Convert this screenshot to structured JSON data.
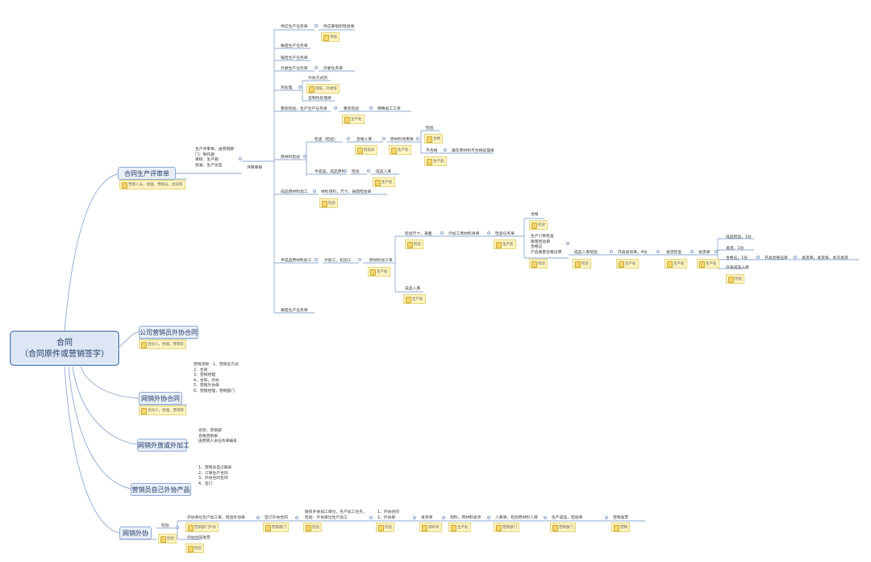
{
  "root": {
    "line1": "合同",
    "line2": "（合同原件或营销签字）"
  },
  "branches": {
    "b1": {
      "label": "合同生产评审单",
      "note": "营销人员，经理，营销员，合同等"
    },
    "b2": {
      "label": "公司营销员外协合同",
      "note": "合同人，经理，营销等"
    },
    "b3": {
      "label": "网销外协合同",
      "note": "合同人，经理，营销等"
    },
    "b4": {
      "label": "网销外放或外加工"
    },
    "b5": {
      "label": "营销员自己外协产品"
    },
    "b6": {
      "label": "网销外协"
    }
  },
  "b1": {
    "intro": "生产评审单，由营销部\n门：制作部\n审核：生产部\n批准：生产总监",
    "hub": "评审审单",
    "n1": "供应生产任务单",
    "n1a": "供应部组织检验单",
    "n1a_note": "审核",
    "n2": "铸造生产任务单",
    "n3": "锻造生产任务单",
    "n4": "外委生产任务单",
    "n4a": "外委任务单",
    "n5": "热处理",
    "n5a": "外协方式的",
    "n5a_note": "审核，外委等",
    "n5b": "自制热处理单",
    "n6": "整装检验，生产生产任务单",
    "n6a": "整装检验",
    "n6b": "特殊加工工序",
    "n6_note": "生产处",
    "n7": "原材料检验",
    "n7a": "检查（检验）",
    "n7a1": "合格人库",
    "n7a1_note": "检验员",
    "n7a2": "原材料领用单",
    "n7a2_note": "生产处",
    "n7c1": "检验",
    "n7c1_note": "合格",
    "n7c2": "不合格",
    "n7c2_note": "生产处",
    "n7c3": "填写原材料不合格处理单",
    "n7b": "半成品，成品原料",
    "n7b1": "检验",
    "n7b2": "成品入库",
    "n7b2_note": "生产处",
    "n8": "成品原材料加工",
    "n8a": "材料领料，尺寸，表面检验单",
    "n8_note": "检验",
    "n9": "半成品原材料加工",
    "n9a": "外加工，机加工",
    "n9b": "原材料加工单",
    "n9b_note": "生产处",
    "n9c": "检验尺寸，表面",
    "n9c_note": "检验",
    "n9d": "外加工原材料清单",
    "n9e": "检查任务单",
    "n9e_note": "生产处",
    "n9f": "合格",
    "n9f_note": "检验",
    "n9g": "生产订单检查\n质量检验单\n合格证\n产品质量合格证明",
    "n9g_note": "检验",
    "n9h": "成品入库检验",
    "n9h_note": "检验",
    "n9i": "开具发货单，4份",
    "n9i_note": "生产处",
    "n9j": "发货检查",
    "n9j_note": "生产处",
    "n9k": "发货单",
    "n9k_note": "生产处",
    "n9l": "成品检验，1份",
    "n9m": "发货，1份",
    "n9n": "合格证，1份",
    "n9o": "开具合格证单",
    "n9p": "发货单，发货单，本次发货",
    "n9q": "外发成品入库",
    "n9q_note": "检验",
    "n9r": "成品入库",
    "n9r_note": "生产处",
    "n10": "铸造生产任务单"
  },
  "b3": {
    "details": "营销流程：1、营销员方式\n2、合同\n3、营销经理\n4、合同，外协\n5、营销外协单\n6、营销经理，营销部门"
  },
  "b4": {
    "details": "合同：营销部\n合格营销单\n由营销人员任务单编号"
  },
  "b5": {
    "details": "1、营销员自己联系\n2、订单生产合同\n3、外协合同合同\n4、签订"
  },
  "b6": {
    "a": "检验",
    "a_note": "检验",
    "b": "外协单位生产加工单，检验外协单",
    "b_note": "营销部门外协",
    "c": "签订外协合同",
    "c_note": "营销部门",
    "d": "联系外协加工单位，生产加工任务，\n检验：外协单位生产加工",
    "d_note": "检验",
    "e": "1、外协合同\n2、外协单",
    "e_note": "检验",
    "f": "发货单",
    "f_note": "领料单",
    "g": "领料，原材料发货",
    "g_note": "生产处",
    "h": "入库单，检验原材料入库",
    "h_note": "营销部门",
    "i": "生产成品，检验单",
    "i_note": "营销部门",
    "j": "营销发票",
    "j_note": "营销",
    "k": "外协合同发票",
    "k_note": "检验"
  }
}
